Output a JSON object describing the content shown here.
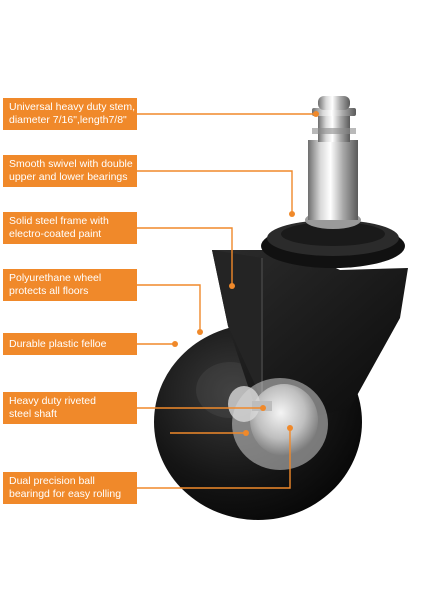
{
  "accent_color": "#f0892a",
  "product_image_icon": "office-chair-caster-wheel",
  "callouts": [
    {
      "lines": [
        "Universal heavy duty stem,",
        "diameter 7/16\",length7/8\""
      ]
    },
    {
      "lines": [
        "Smooth swivel with double",
        "upper and lower bearings"
      ]
    },
    {
      "lines": [
        "Solid steel frame with",
        "electro-coated paint"
      ]
    },
    {
      "lines": [
        "Polyurethane wheel",
        "protects all floors"
      ]
    },
    {
      "lines": [
        "Durable plastic felloe"
      ]
    },
    {
      "lines": [
        "Heavy duty riveted",
        "steel shaft"
      ]
    },
    {
      "lines": [
        "Dual precision ball",
        "bearingd for easy rolling"
      ]
    }
  ]
}
